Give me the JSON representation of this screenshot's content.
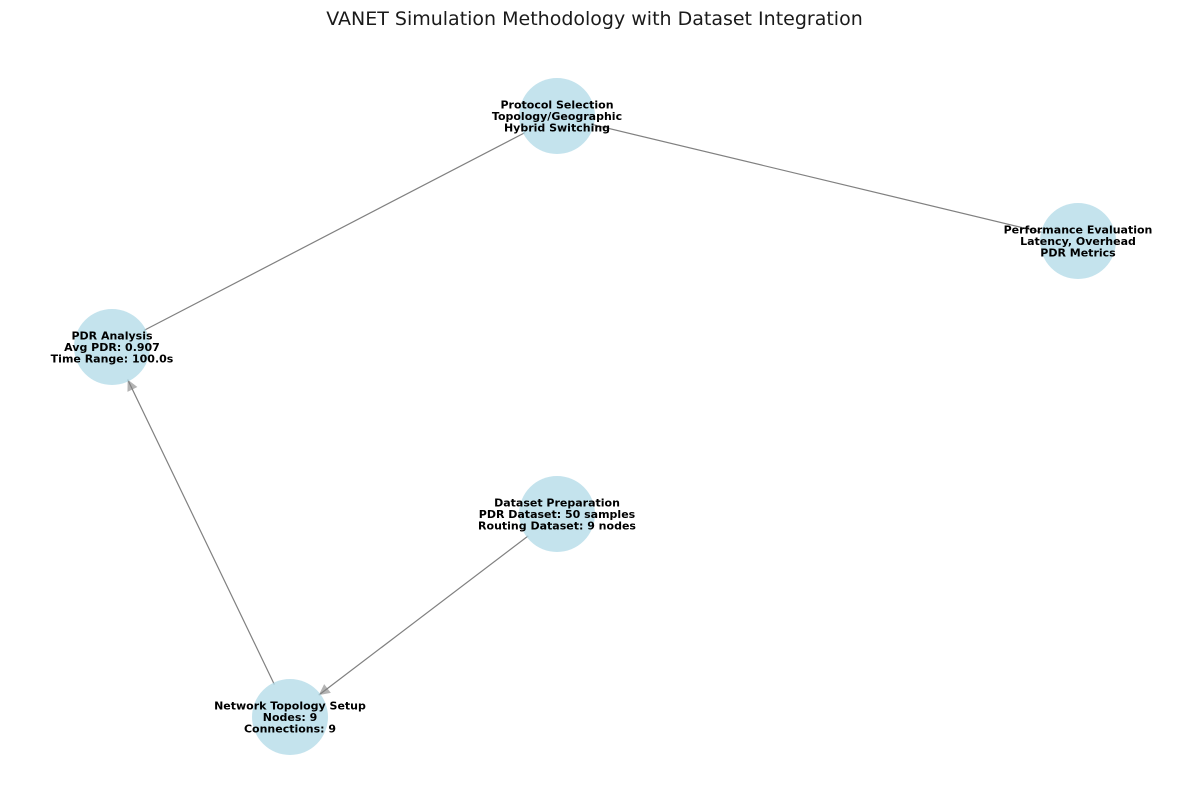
{
  "figure": {
    "title": "VANET Simulation Methodology with Dataset Integration",
    "node_color": "#add8e6",
    "edge_color": "#808080",
    "text_color": "#000000"
  },
  "nodes": [
    {
      "id": "dataset-preparation",
      "lines": [
        "Dataset Preparation",
        "PDR Dataset: 50 samples",
        "Routing Dataset: 9 nodes"
      ]
    },
    {
      "id": "network-topology-setup",
      "lines": [
        "Network Topology Setup",
        "Nodes: 9",
        "Connections: 9"
      ]
    },
    {
      "id": "pdr-analysis",
      "lines": [
        "PDR Analysis",
        "Avg PDR: 0.907",
        "Time Range: 100.0s"
      ]
    },
    {
      "id": "protocol-selection",
      "lines": [
        "Protocol Selection",
        "Topology/Geographic",
        "Hybrid Switching"
      ]
    },
    {
      "id": "performance-evaluation",
      "lines": [
        "Performance Evaluation",
        "Latency, Overhead",
        "PDR Metrics"
      ]
    }
  ],
  "edges": [
    {
      "source": "dataset-preparation",
      "target": "network-topology-setup"
    },
    {
      "source": "network-topology-setup",
      "target": "pdr-analysis"
    },
    {
      "source": "pdr-analysis",
      "target": "protocol-selection"
    },
    {
      "source": "protocol-selection",
      "target": "performance-evaluation"
    }
  ]
}
